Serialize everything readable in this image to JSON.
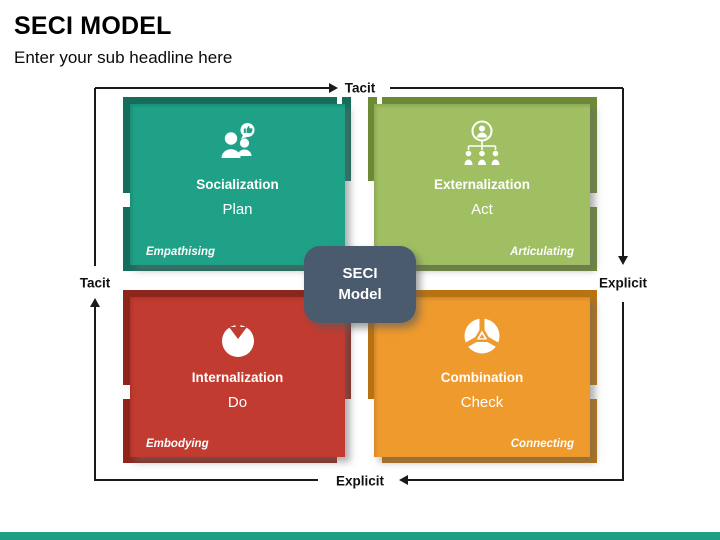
{
  "page": {
    "title": "SECI MODEL",
    "subtitle": "Enter your sub headline here"
  },
  "axes": {
    "top_label": "Tacit",
    "left_label": "Tacit",
    "right_label": "Explicit",
    "bottom_label": "Explicit",
    "line_color": "#1a1a1a",
    "flow_direction": "clockwise"
  },
  "center": {
    "label": "SECI\nModel",
    "color": "#4a5b6e"
  },
  "quadrants": [
    {
      "id": "socialization",
      "title": "Socialization",
      "action": "Plan",
      "caption": "Empathising",
      "icon": "people-chat-icon",
      "color": "#1fa188",
      "dark": "#156e5c"
    },
    {
      "id": "externalization",
      "title": "Externalization",
      "action": "Act",
      "caption": "Articulating",
      "icon": "org-chart-icon",
      "color": "#a0bf62",
      "dark": "#6d8b37"
    },
    {
      "id": "internalization",
      "title": "Internalization",
      "action": "Do",
      "caption": "Embodying",
      "icon": "arrow-into-circle-icon",
      "color": "#c23b30",
      "dark": "#8e261d"
    },
    {
      "id": "combination",
      "title": "Combination",
      "action": "Check",
      "caption": "Connecting",
      "icon": "trefoil-icon",
      "color": "#ee9a2d",
      "dark": "#b97311"
    }
  ],
  "footer": {
    "bar_color": "#1f9e86"
  }
}
